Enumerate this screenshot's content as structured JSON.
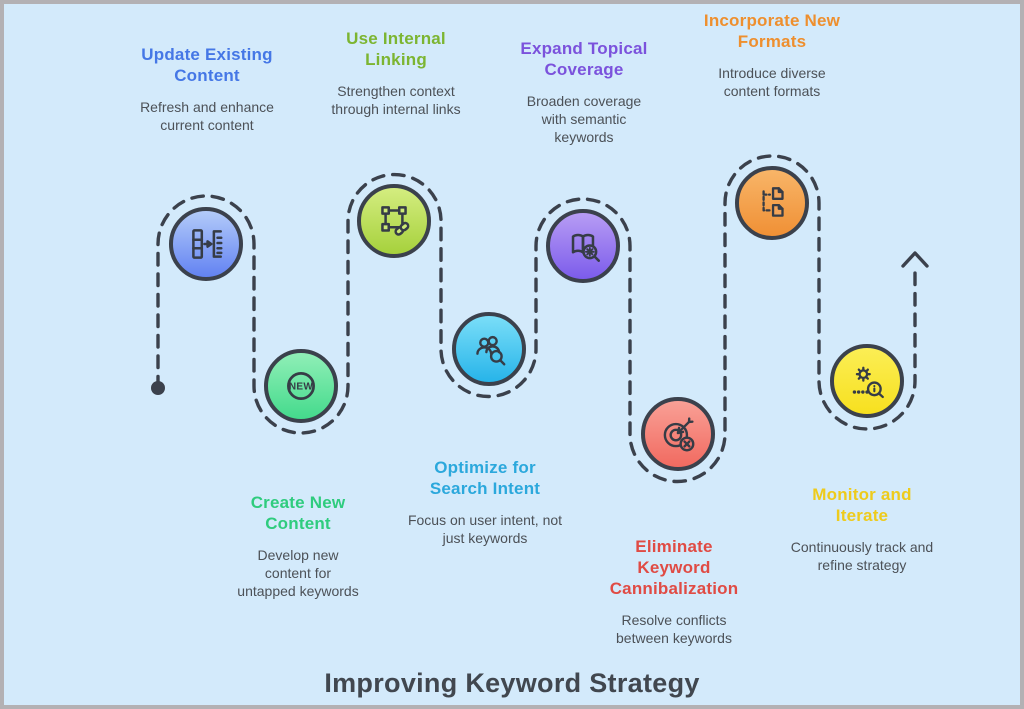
{
  "page": {
    "title": "Improving Keyword Strategy",
    "background": "#d3eafb",
    "border_color": "#b3b1b4"
  },
  "journey": {
    "path_color": "#3b414c",
    "start_marker": "filled-dot",
    "end_marker": "arrow-up"
  },
  "steps": [
    {
      "id": "update-existing-content",
      "title": "Update Existing Content",
      "description": "Refresh and enhance current content",
      "accent": "#4577e6",
      "circle_top": "#b3cbf9",
      "circle_bottom": "#6282f2",
      "icon": "document-transfer-icon",
      "row": "top"
    },
    {
      "id": "create-new-content",
      "title": "Create New Content",
      "description": "Develop new content for untapped keywords",
      "accent": "#2fcc7e",
      "circle_top": "#90efb7",
      "circle_bottom": "#44da8c",
      "icon": "new-badge-icon",
      "badge_text": "NEW",
      "row": "bottom"
    },
    {
      "id": "use-internal-linking",
      "title": "Use Internal Linking",
      "description": "Strengthen context through internal links",
      "accent": "#7cb531",
      "circle_top": "#d4ed80",
      "circle_bottom": "#a6d13c",
      "icon": "link-nodes-icon",
      "row": "top"
    },
    {
      "id": "optimize-for-search-intent",
      "title": "Optimize for Search Intent",
      "description": "Focus on user intent, not just keywords",
      "accent": "#2ba8dc",
      "circle_top": "#7adef8",
      "circle_bottom": "#27b4e9",
      "icon": "audience-search-icon",
      "row": "bottom"
    },
    {
      "id": "expand-topical-coverage",
      "title": "Expand Topical Coverage",
      "description": "Broaden coverage with semantic keywords",
      "accent": "#7b52dc",
      "circle_top": "#b79cf4",
      "circle_bottom": "#7c5ceb",
      "icon": "book-search-icon",
      "row": "top"
    },
    {
      "id": "eliminate-keyword-cannibalization",
      "title": "Eliminate Keyword Cannibalization",
      "description": "Resolve conflicts between keywords",
      "accent": "#e04b44",
      "circle_top": "#f9a096",
      "circle_bottom": "#f16a60",
      "icon": "target-remove-icon",
      "row": "bottom"
    },
    {
      "id": "incorporate-new-formats",
      "title": "Incorporate New Formats",
      "description": "Introduce diverse content formats",
      "accent": "#ee8f2e",
      "circle_top": "#f8b568",
      "circle_bottom": "#f09035",
      "icon": "file-tree-icon",
      "row": "top"
    },
    {
      "id": "monitor-and-iterate",
      "title": "Monitor and Iterate",
      "description": "Continuously track and refine strategy",
      "accent": "#eecb1c",
      "circle_top": "#fbee55",
      "circle_bottom": "#f7e01f",
      "icon": "bug-search-icon",
      "row": "bottom"
    }
  ]
}
